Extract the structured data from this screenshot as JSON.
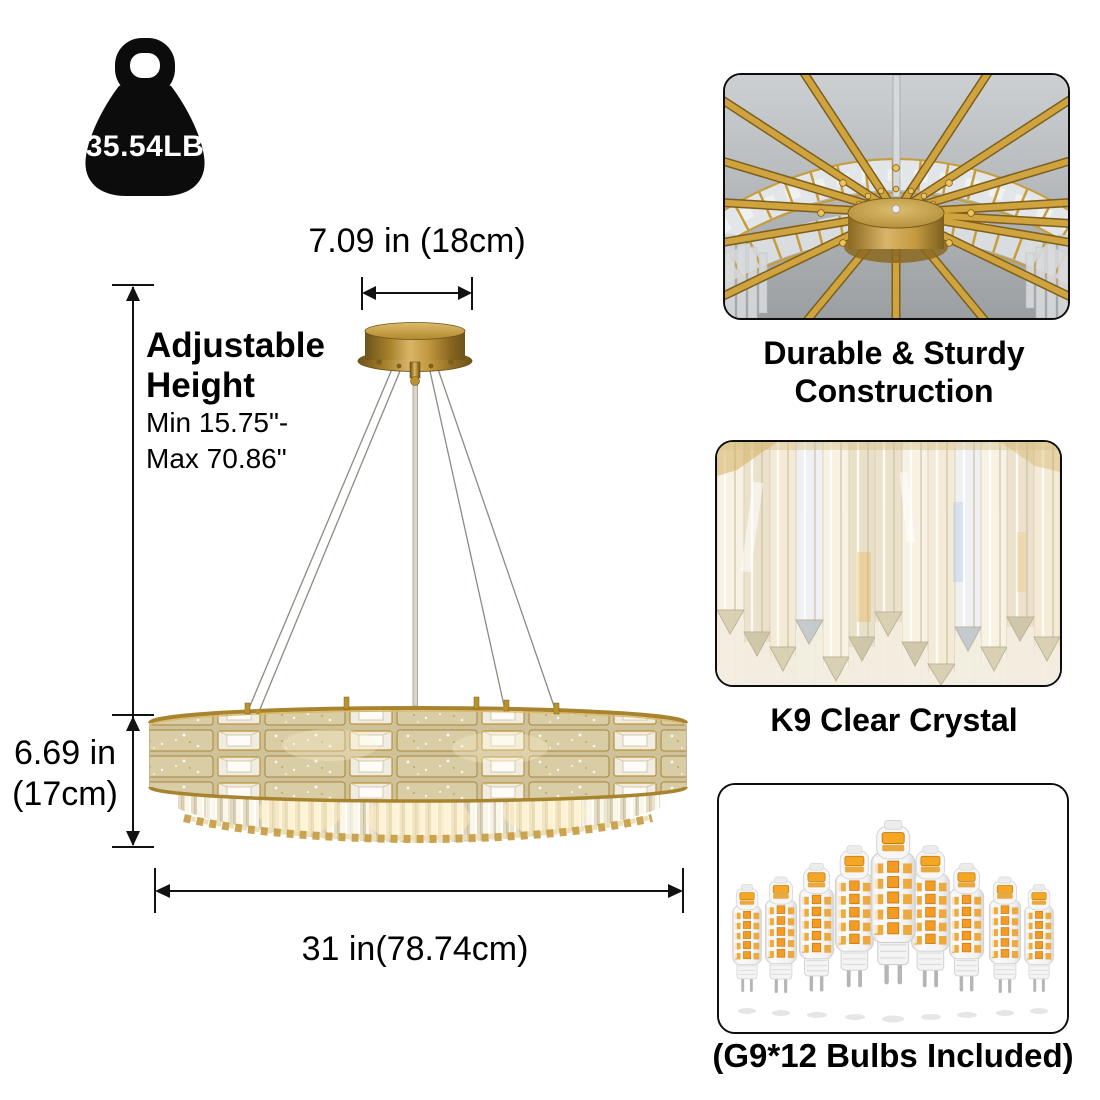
{
  "title": "Crystal chandelier dimensions infographic",
  "weight": {
    "label": "35.54LB",
    "icon": "weight-kettlebell"
  },
  "dimensions": {
    "canopy_width": "7.09 in (18cm)",
    "adjustable_title": "Adjustable Height",
    "adjustable_range_min": "Min 15.75\"-",
    "adjustable_range_max": "Max 70.86\"",
    "fixture_height_in": "6.69 in",
    "fixture_height_cm": "(17cm)",
    "fixture_width": "31 in(78.74cm)"
  },
  "features": {
    "construction": {
      "caption_line1": "Durable & Sturdy",
      "caption_line2": "Construction",
      "image_alt": "gold-frame-underside-photo"
    },
    "crystal": {
      "caption": "K9 Clear Crystal",
      "image_alt": "k9-crystal-prisms-photo"
    },
    "bulbs": {
      "caption": "(G9*12 Bulbs Included)",
      "image_alt": "g9-led-bulbs-photo"
    }
  },
  "colors": {
    "gold": "#c49a3e",
    "gold_dark": "#7d5e1c",
    "crystal": "#e9e0c8",
    "text": "#000000",
    "background": "#ffffff",
    "bulb_led_orange": "#f59b23"
  }
}
